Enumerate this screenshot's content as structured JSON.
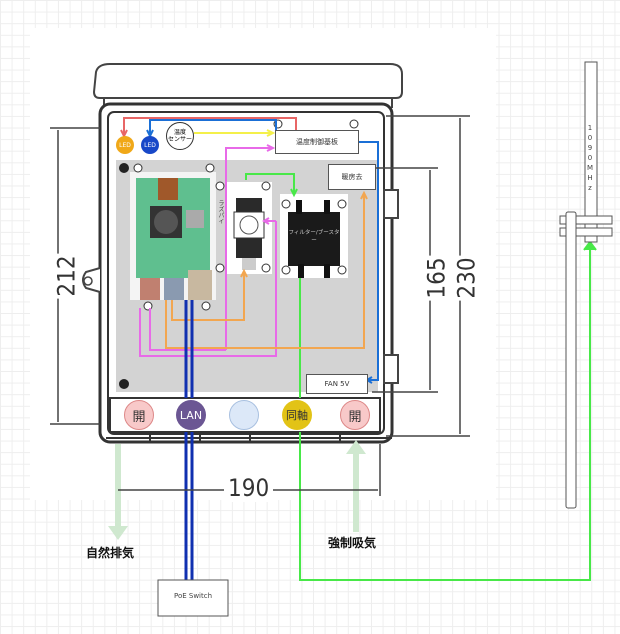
{
  "labels": {
    "led_orange": "LED",
    "led_blue": "LED",
    "temp_sensor": "温度\nセンサー",
    "temp_board": "温度制御基板",
    "heater": "暖房去",
    "fan": "FAN 5V",
    "booster": "フィルター/ブースター",
    "pi_side": "ラズパイ",
    "poe_switch": "PoE Switch",
    "natural_exhaust": "自然排気",
    "forced_intake": "強制吸気",
    "antenna": "1090MHz"
  },
  "ports": [
    {
      "name": "open-left",
      "label": "開",
      "color": "#f8c9c9"
    },
    {
      "name": "lan",
      "label": "LAN",
      "color": "#6b5693"
    },
    {
      "name": "blank",
      "label": "",
      "color": "#dce8f8"
    },
    {
      "name": "coax",
      "label": "同軸",
      "color": "#e2c316"
    },
    {
      "name": "open-right",
      "label": "開",
      "color": "#f8c9c9"
    }
  ],
  "dimensions": {
    "height_left": "212",
    "height_inner": "165",
    "height_outer": "230",
    "width_bottom": "190"
  },
  "colors": {
    "red_wire": "#e86666",
    "blue_wire": "#1a6fd6",
    "yellow_wire": "#f4f04a",
    "magenta_wire": "#e86ae8",
    "green_wire": "#48e848",
    "orange_wire": "#f2a650",
    "lan_cable": "#1030b0",
    "led_orange": "#f0a818",
    "led_blue": "#1848c8",
    "airflow": "#cfe8cf"
  }
}
